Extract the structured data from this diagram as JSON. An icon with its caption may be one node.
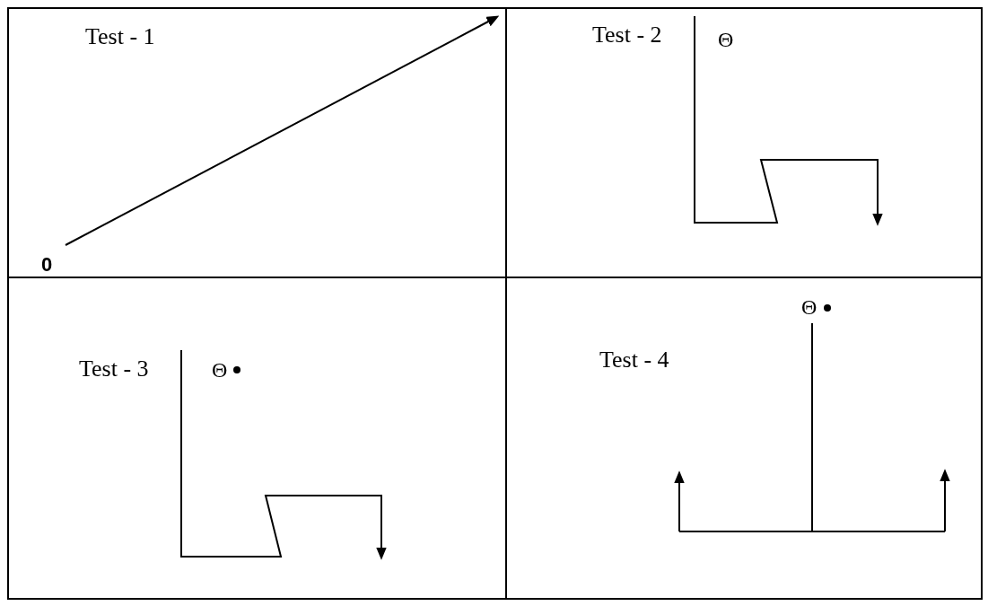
{
  "diagram": {
    "nodes": [
      {
        "text": [
          "Test - 1",
          "0"
        ]
      },
      {
        "text": [
          "Test - 2",
          "Θ"
        ]
      },
      {
        "text": [
          "Test - 3",
          "Θ"
        ]
      },
      {
        "text": [
          "Test - 4",
          "Θ"
        ]
      }
    ]
  }
}
